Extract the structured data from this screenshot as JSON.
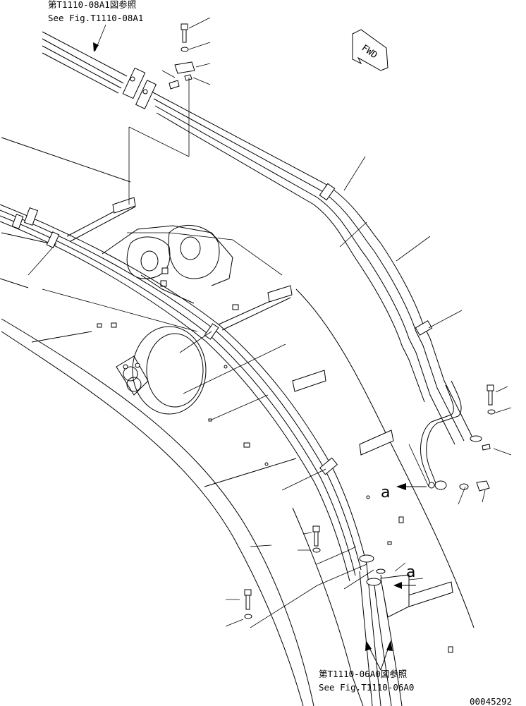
{
  "refs": {
    "top_jp": "第T1110-08A1図参照",
    "top_en": "See Fig.T1110-08A1",
    "bottom_jp": "第T1110-06A0図参照",
    "bottom_en": "See Fig.T1110-06A0"
  },
  "direction_label": "FWD",
  "view_labels": [
    "a",
    "a"
  ],
  "drawing_number": "00045292"
}
